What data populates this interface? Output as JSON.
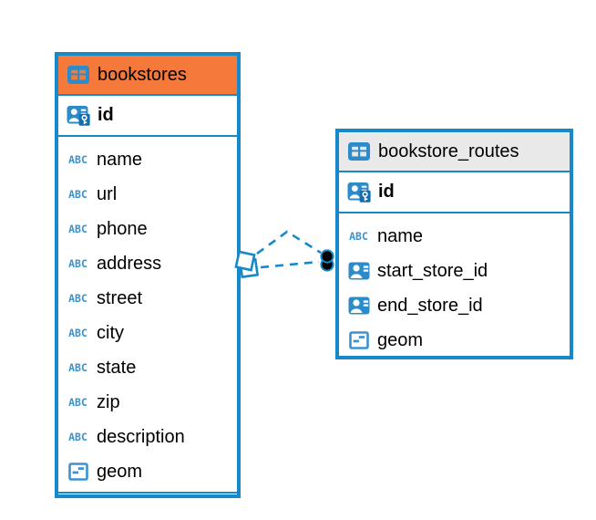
{
  "diagram": {
    "tables": [
      {
        "name": "bookstores",
        "header_style": "orange",
        "header_color": "#f5793b",
        "icon": "table-icon",
        "primary_key": {
          "label": "id",
          "icon": "person-key-icon"
        },
        "columns": [
          {
            "label": "name",
            "icon": "text-icon"
          },
          {
            "label": "url",
            "icon": "text-icon"
          },
          {
            "label": "phone",
            "icon": "text-icon"
          },
          {
            "label": "address",
            "icon": "text-icon"
          },
          {
            "label": "street",
            "icon": "text-icon"
          },
          {
            "label": "city",
            "icon": "text-icon"
          },
          {
            "label": "state",
            "icon": "text-icon"
          },
          {
            "label": "zip",
            "icon": "text-icon"
          },
          {
            "label": "description",
            "icon": "text-icon"
          },
          {
            "label": "geom",
            "icon": "geometry-icon"
          }
        ]
      },
      {
        "name": "bookstore_routes",
        "header_style": "gray",
        "header_color": "#e9e9e9",
        "icon": "table-icon",
        "primary_key": {
          "label": "id",
          "icon": "person-key-icon"
        },
        "columns": [
          {
            "label": "name",
            "icon": "text-icon"
          },
          {
            "label": "start_store_id",
            "icon": "person-ref-icon"
          },
          {
            "label": "end_store_id",
            "icon": "person-ref-icon"
          },
          {
            "label": "geom",
            "icon": "geometry-icon"
          }
        ]
      }
    ],
    "relationships": [
      {
        "from_table": "bookstores",
        "to_table": "bookstore_routes",
        "line_style": "dashed",
        "source_marker": "diamond",
        "target_marker": "filled-circle"
      },
      {
        "from_table": "bookstores",
        "to_table": "bookstore_routes",
        "line_style": "dashed",
        "source_marker": "diamond",
        "target_marker": "filled-circle"
      }
    ],
    "colors": {
      "accent_blue": "#1789c9",
      "icon_blue": "#2e8bca",
      "key_badge_blue": "#0f6fb4",
      "header_orange": "#f5793b",
      "header_gray": "#e9e9e9",
      "background": "#ffffff",
      "text": "#000000",
      "marker_black": "#000000"
    }
  }
}
